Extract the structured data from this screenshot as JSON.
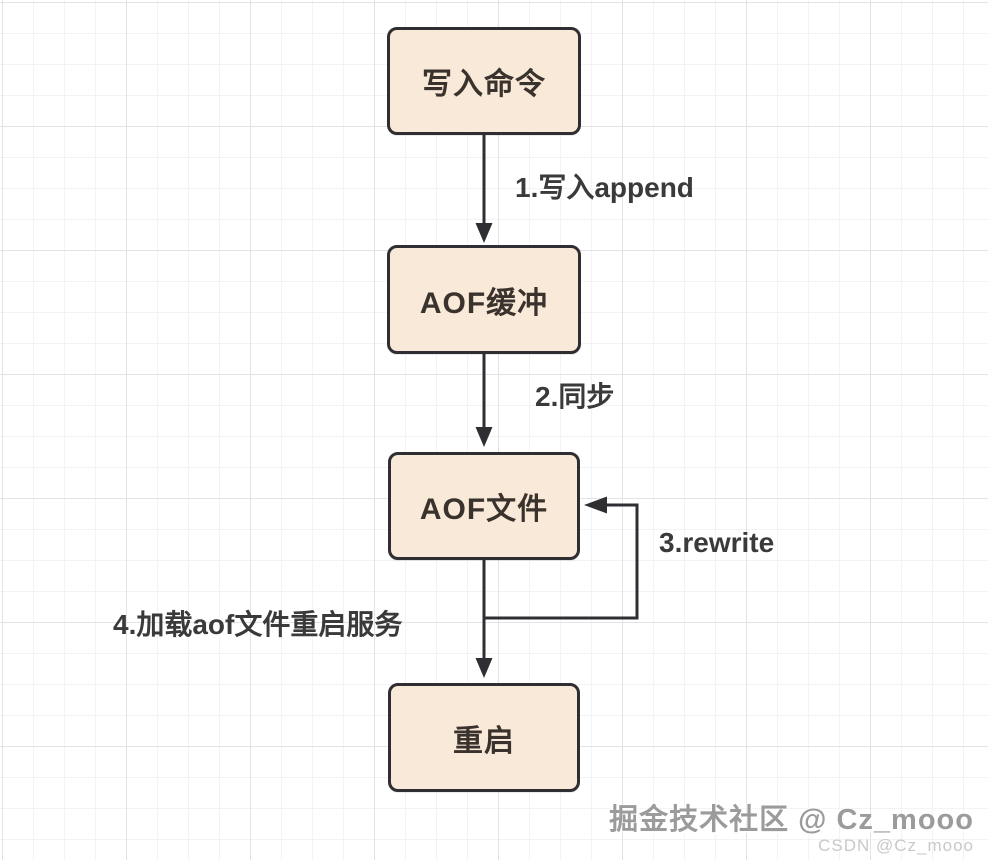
{
  "diagram": {
    "type": "flowchart",
    "topic": "Redis AOF persistence flow",
    "nodes": [
      {
        "id": "write-command",
        "label": "写入命令"
      },
      {
        "id": "aof-buffer",
        "label": "AOF缓冲"
      },
      {
        "id": "aof-file",
        "label": "AOF文件"
      },
      {
        "id": "restart",
        "label": "重启"
      }
    ],
    "edges": [
      {
        "from": "write-command",
        "to": "aof-buffer",
        "label": "1.写入append"
      },
      {
        "from": "aof-buffer",
        "to": "aof-file",
        "label": "2.同步"
      },
      {
        "from": "aof-file",
        "to": "aof-file",
        "label": "3.rewrite"
      },
      {
        "from": "aof-file",
        "to": "restart",
        "label": "4.加载aof文件重启服务"
      }
    ],
    "colors": {
      "background": "#ffffff",
      "grid_minor": "#f3f3f6",
      "grid_major": "#e2e2e7",
      "node_fill": "#f9e9d8",
      "node_border": "#2f2f33",
      "node_text": "#3a332d",
      "arrow_line": "#2f2f33",
      "edge_label_text": "#3a3a3a"
    }
  },
  "watermark": {
    "line1": "掘金技术社区 @ Cz_mooo",
    "line2": "CSDN @Cz_mooo",
    "color_primary": "#9b9b9b",
    "color_secondary": "#c9c9c9"
  }
}
